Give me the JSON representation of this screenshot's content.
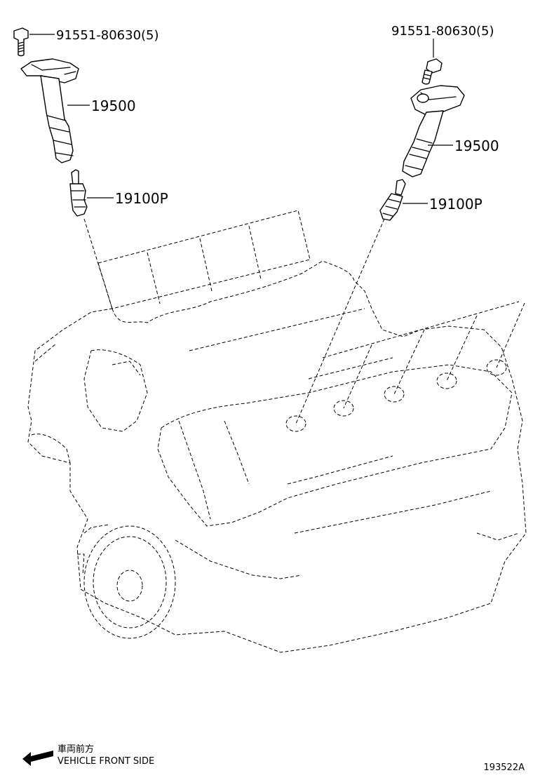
{
  "diagram": {
    "callouts": {
      "bolt_left": "91551-80630(5)",
      "coil_left": "19500",
      "plug_left": "19100P",
      "bolt_right": "91551-80630(5)",
      "coil_right": "19500",
      "plug_right": "19100P"
    },
    "footer": {
      "jp_label": "車両前方",
      "direction_label": "VEHICLE FRONT SIDE",
      "figure_id": "193522A"
    }
  }
}
